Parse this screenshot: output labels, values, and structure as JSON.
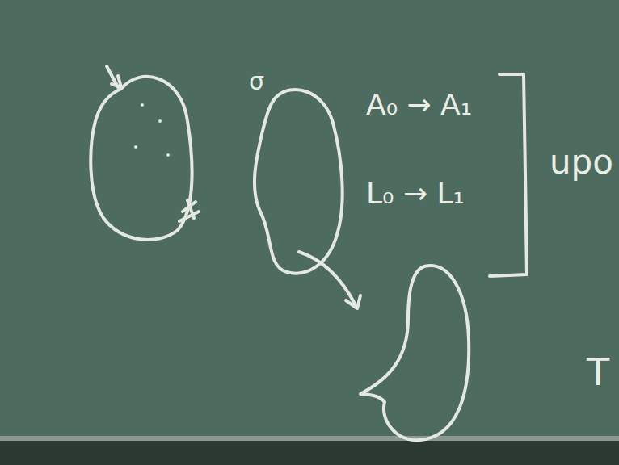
{
  "diagram": {
    "nodes": [
      {
        "text": [
          "σ"
        ]
      }
    ],
    "labels": [
      "A₀ → A₁",
      "L₀ → L₁",
      "upo",
      "T"
    ]
  }
}
